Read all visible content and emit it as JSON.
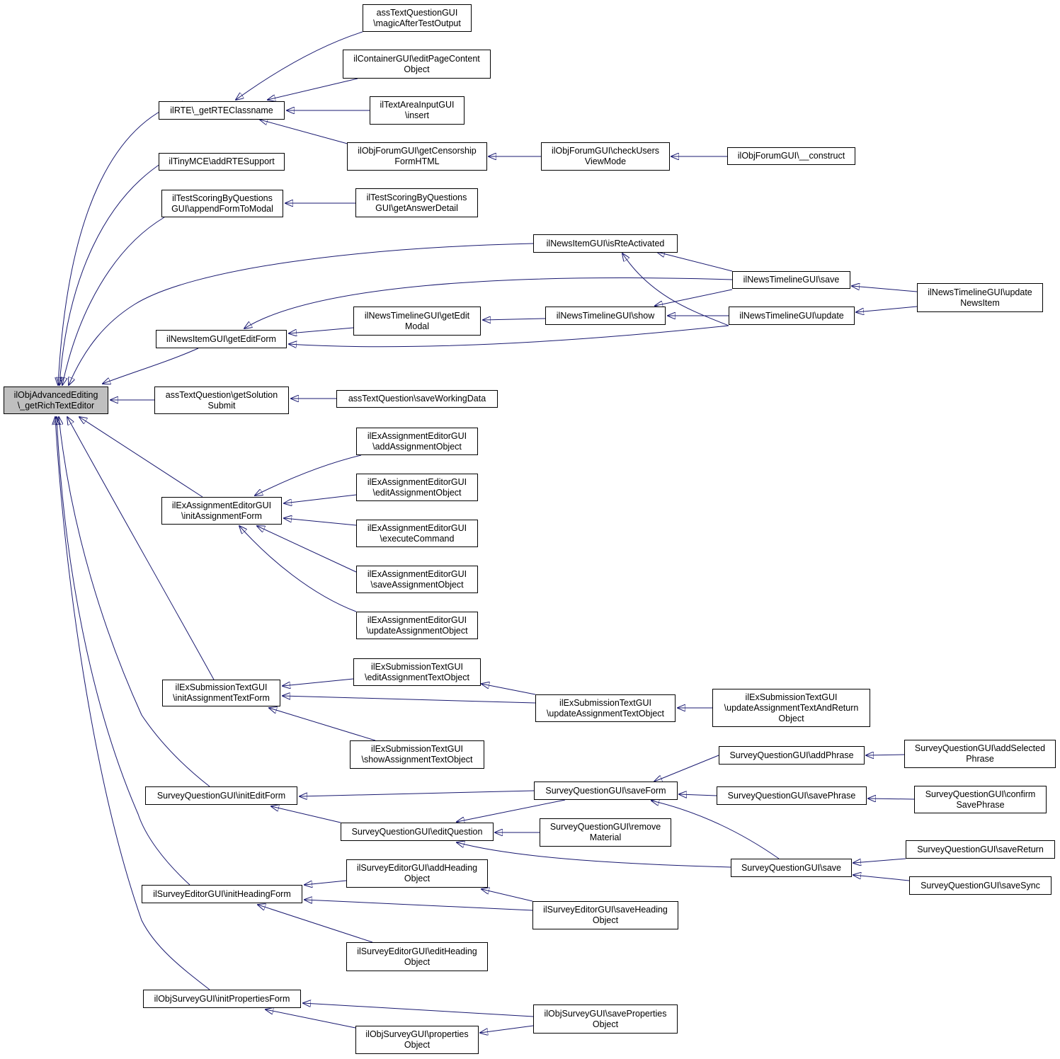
{
  "colors": {
    "edge": "#191970",
    "root_fill": "#bfbfbf",
    "node_fill": "#ffffff",
    "border": "#000000"
  },
  "nodes": {
    "root": [
      "ilObjAdvancedEditing",
      "\\_getRichTextEditor"
    ],
    "n1": [
      "ilRTE\\_getRTEClassname"
    ],
    "n2": [
      "ilTinyMCE\\addRTESupport"
    ],
    "n3": [
      "ilTestScoringByQuestions",
      "GUI\\appendFormToModal"
    ],
    "n4": [
      "ilNewsItemGUI\\getEditForm"
    ],
    "n5": [
      "assTextQuestion\\getSolution",
      "Submit"
    ],
    "n6": [
      "ilExAssignmentEditorGUI",
      "\\initAssignmentForm"
    ],
    "n7": [
      "ilExSubmissionTextGUI",
      "\\initAssignmentTextForm"
    ],
    "n8": [
      "SurveyQuestionGUI\\initEditForm"
    ],
    "n9": [
      "ilSurveyEditorGUI\\initHeadingForm"
    ],
    "n10": [
      "ilObjSurveyGUI\\initPropertiesForm"
    ],
    "n11": [
      "assTextQuestionGUI",
      "\\magicAfterTestOutput"
    ],
    "n12": [
      "ilContainerGUI\\editPageContent",
      "Object"
    ],
    "n13": [
      "ilTextAreaInputGUI",
      "\\insert"
    ],
    "n14": [
      "ilObjForumGUI\\getCensorship",
      "FormHTML"
    ],
    "n15": [
      "ilObjForumGUI\\checkUsers",
      "ViewMode"
    ],
    "n16": [
      "ilObjForumGUI\\__construct"
    ],
    "n17": [
      "ilTestScoringByQuestions",
      "GUI\\getAnswerDetail"
    ],
    "n18": [
      "ilNewsItemGUI\\isRteActivated"
    ],
    "n19": [
      "ilNewsTimelineGUI\\save"
    ],
    "n20": [
      "ilNewsTimelineGUI\\update",
      "NewsItem"
    ],
    "n21": [
      "ilNewsTimelineGUI\\getEdit",
      "Modal"
    ],
    "n22": [
      "ilNewsTimelineGUI\\show"
    ],
    "n23": [
      "ilNewsTimelineGUI\\update"
    ],
    "n24": [
      "assTextQuestion\\saveWorkingData"
    ],
    "n25": [
      "ilExAssignmentEditorGUI",
      "\\addAssignmentObject"
    ],
    "n26": [
      "ilExAssignmentEditorGUI",
      "\\editAssignmentObject"
    ],
    "n27": [
      "ilExAssignmentEditorGUI",
      "\\executeCommand"
    ],
    "n28": [
      "ilExAssignmentEditorGUI",
      "\\saveAssignmentObject"
    ],
    "n29": [
      "ilExAssignmentEditorGUI",
      "\\updateAssignmentObject"
    ],
    "n30": [
      "ilExSubmissionTextGUI",
      "\\editAssignmentTextObject"
    ],
    "n31": [
      "ilExSubmissionTextGUI",
      "\\updateAssignmentTextObject"
    ],
    "n32": [
      "ilExSubmissionTextGUI",
      "\\updateAssignmentTextAndReturn",
      "Object"
    ],
    "n33": [
      "ilExSubmissionTextGUI",
      "\\showAssignmentTextObject"
    ],
    "n34": [
      "SurveyQuestionGUI\\addPhrase"
    ],
    "n35": [
      "SurveyQuestionGUI\\addSelected",
      "Phrase"
    ],
    "n36": [
      "SurveyQuestionGUI\\saveForm"
    ],
    "n37": [
      "SurveyQuestionGUI\\savePhrase"
    ],
    "n38": [
      "SurveyQuestionGUI\\confirm",
      "SavePhrase"
    ],
    "n39": [
      "SurveyQuestionGUI\\editQuestion"
    ],
    "n40": [
      "SurveyQuestionGUI\\remove",
      "Material"
    ],
    "n41": [
      "SurveyQuestionGUI\\save"
    ],
    "n42": [
      "SurveyQuestionGUI\\saveReturn"
    ],
    "n43": [
      "SurveyQuestionGUI\\saveSync"
    ],
    "n44": [
      "ilSurveyEditorGUI\\addHeading",
      "Object"
    ],
    "n45": [
      "ilSurveyEditorGUI\\saveHeading",
      "Object"
    ],
    "n46": [
      "ilSurveyEditorGUI\\editHeading",
      "Object"
    ],
    "n47": [
      "ilObjSurveyGUI\\saveProperties",
      "Object"
    ],
    "n48": [
      "ilObjSurveyGUI\\properties",
      "Object"
    ]
  }
}
